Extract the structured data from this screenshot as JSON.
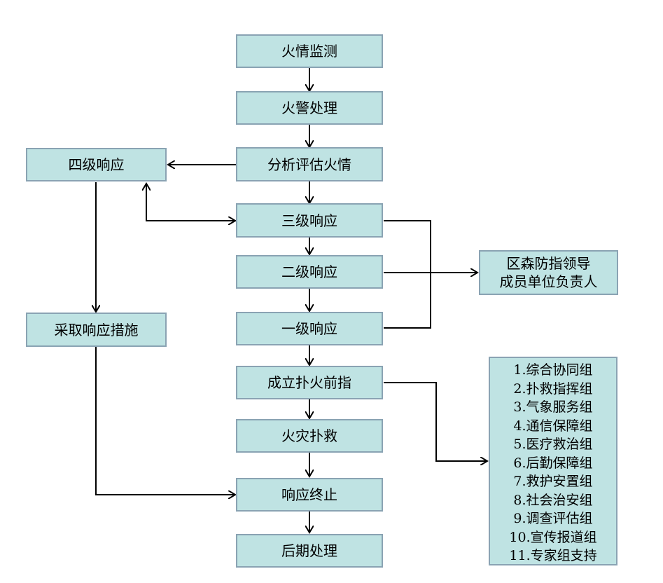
{
  "nodes": {
    "fire_monitoring": "火情监测",
    "alarm_handling": "火警处理",
    "analyze_assess": "分析评估火情",
    "level4_response": "四级响应",
    "level3_response": "三级响应",
    "level2_response": "二级响应",
    "level1_response": "一级响应",
    "take_measures": "采取响应措施",
    "leaders_line1": "区森防指领导",
    "leaders_line2": "成员单位负责人",
    "set_up_command": "成立扑火前指",
    "fire_fighting": "火灾扑救",
    "response_end": "响应终止",
    "aftermath": "后期处理"
  },
  "groups": [
    "1.综合协同组",
    "2.扑救指挥组",
    "3.气象服务组",
    "4.通信保障组",
    "5.医疗救治组",
    "6.后勤保障组",
    "7.救护安置组",
    "8.社会治安组",
    "9.调查评估组",
    "10.宣传报道组",
    "11.专家组支持"
  ],
  "colors": {
    "box_fill": "#bfe3e3",
    "box_border": "#8aa3b3",
    "connector": "#000000"
  }
}
